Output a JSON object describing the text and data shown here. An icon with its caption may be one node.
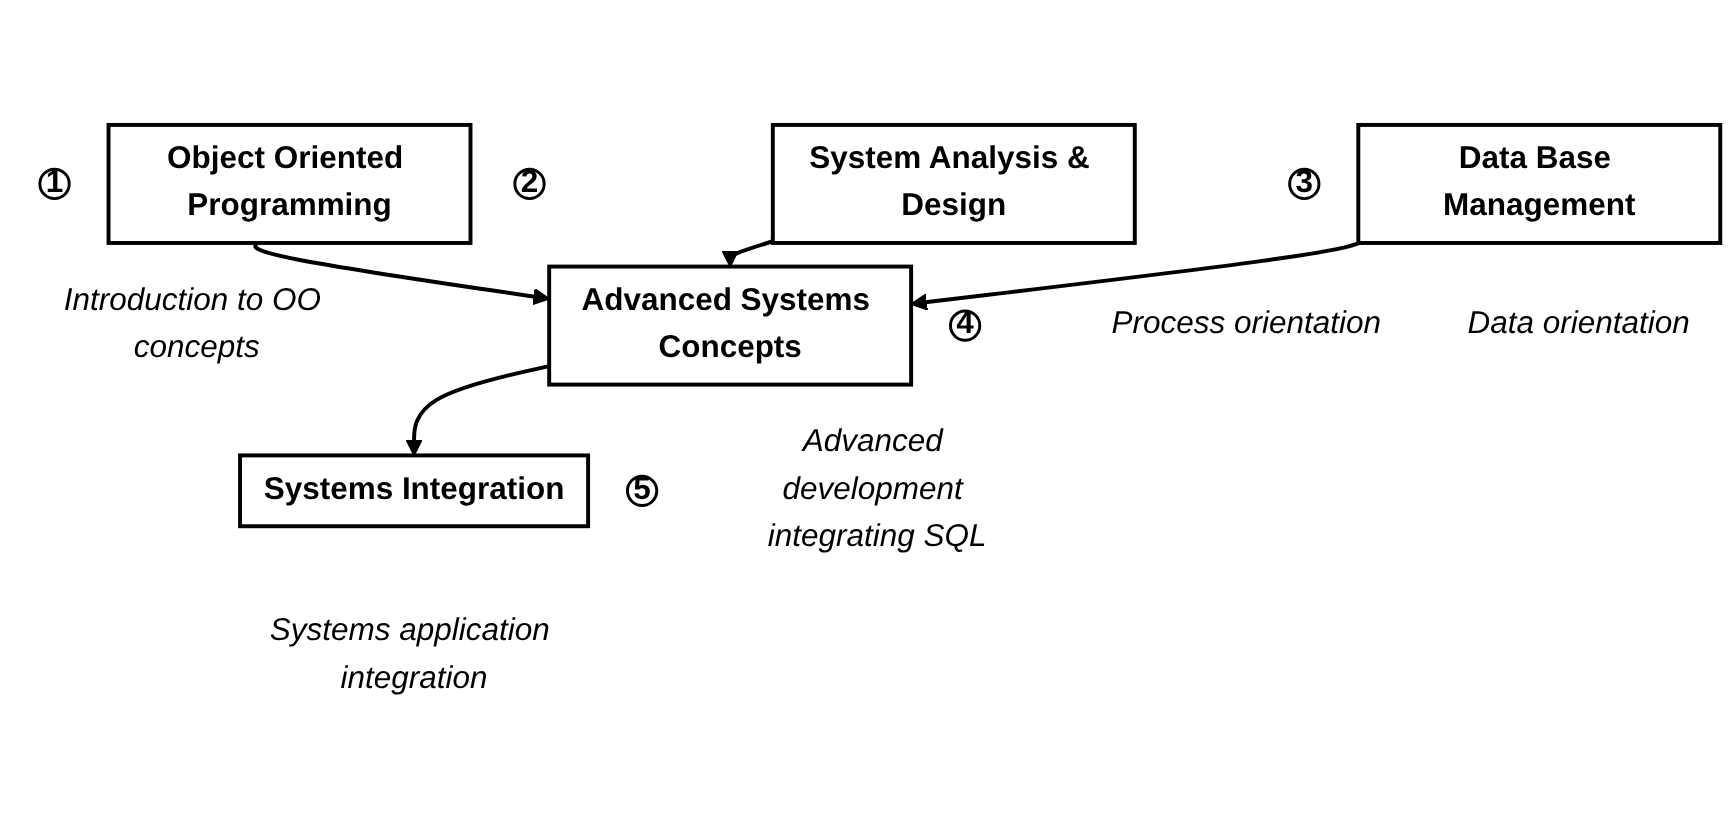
{
  "diagram": {
    "nodes": [
      {
        "text": [
          "1"
        ]
      },
      {
        "text": [
          "Object Oriented Programming"
        ],
        "beside": [
          "Introduction to OO concepts"
        ]
      },
      {
        "text": [
          "2"
        ]
      },
      {
        "text": [
          "System Analysis & Design"
        ],
        "beside": [
          "Process orientation"
        ]
      },
      {
        "text": [
          "3"
        ]
      },
      {
        "text": [
          "Data Base Management"
        ],
        "beside": [
          "Data orientation"
        ]
      },
      {
        "text": [
          "4"
        ]
      },
      {
        "text": [
          "Advanced Systems Concepts"
        ],
        "beside": [
          "Advanced development integrating SQL"
        ]
      },
      {
        "text": [
          "5"
        ]
      },
      {
        "text": [
          "Systems Integration"
        ],
        "beside": [
          "Systems application integration"
        ]
      }
    ],
    "edges": [
      {
        "from": 1,
        "to": 7,
        "arrow": "to"
      },
      {
        "from": 3,
        "to": 7,
        "arrow": "to"
      },
      {
        "from": 5,
        "to": 7,
        "arrow": "to"
      },
      {
        "from": 7,
        "to": 9,
        "arrow": "to"
      }
    ]
  }
}
